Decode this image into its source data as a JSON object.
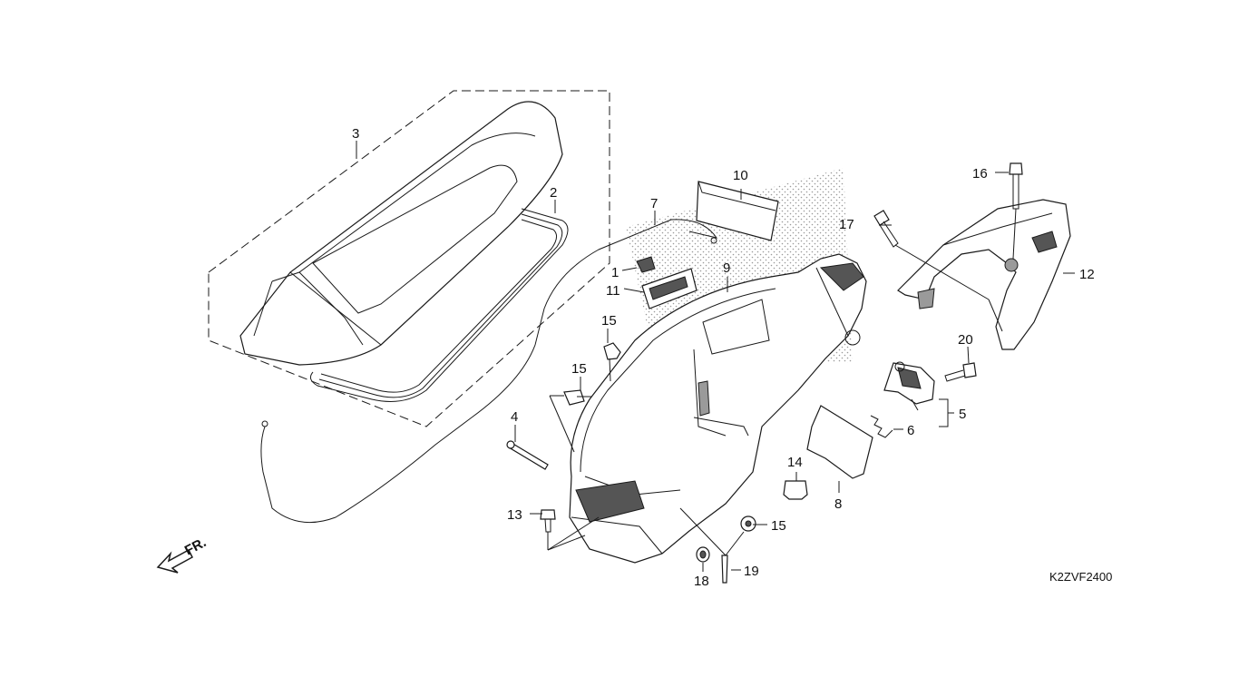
{
  "diagram": {
    "drawing_code": "K2ZVF2400",
    "direction_label": "FR.",
    "parts": [
      {
        "ref": "1"
      },
      {
        "ref": "2"
      },
      {
        "ref": "3"
      },
      {
        "ref": "4"
      },
      {
        "ref": "5"
      },
      {
        "ref": "6"
      },
      {
        "ref": "7"
      },
      {
        "ref": "8"
      },
      {
        "ref": "9"
      },
      {
        "ref": "10"
      },
      {
        "ref": "11"
      },
      {
        "ref": "12"
      },
      {
        "ref": "13"
      },
      {
        "ref": "14"
      },
      {
        "ref": "15"
      },
      {
        "ref": "16"
      },
      {
        "ref": "17"
      },
      {
        "ref": "18"
      },
      {
        "ref": "19"
      },
      {
        "ref": "20"
      }
    ]
  },
  "colors": {
    "line": "#1a1a1a",
    "background": "#ffffff",
    "shading": "#9a9a9a"
  }
}
